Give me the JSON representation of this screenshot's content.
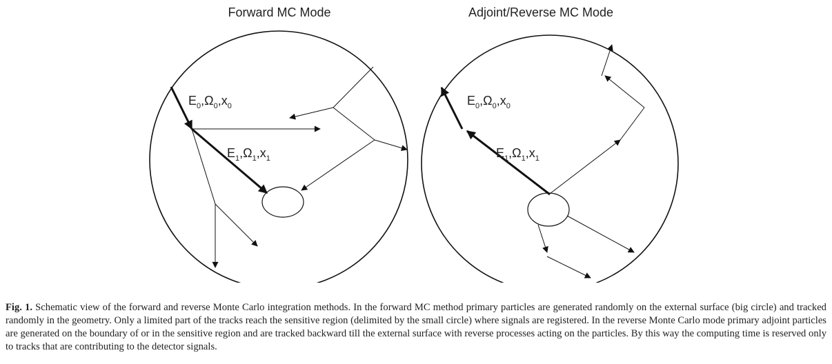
{
  "panels": {
    "forward": {
      "title": "Forward MC  Mode",
      "label0": {
        "E": "E",
        "Om": "Ω",
        "x": "x",
        "sub": "0",
        "sep": ","
      },
      "label1": {
        "E": "E",
        "Om": "Ω",
        "x": "x",
        "sub": "1",
        "sep": ","
      }
    },
    "reverse": {
      "title": "Adjoint/Reverse MC Mode",
      "label0": {
        "E": "E",
        "Om": "Ω",
        "x": "x",
        "sub": "0",
        "sep": ","
      },
      "label1": {
        "E": "E",
        "Om": "Ω",
        "x": "x",
        "sub": "1",
        "sep": ","
      }
    }
  },
  "caption": {
    "label": "Fig. 1.",
    "text": "Schematic view of the forward and reverse Monte Carlo integration methods. In the forward MC method primary particles are generated randomly on the external surface (big circle) and tracked randomly in the geometry. Only a limited part of the tracks reach the sensitive region (delimited by the small circle) where signals are registered. In the reverse Monte Carlo mode primary adjoint particles are generated on the boundary of or in the sensitive region and are tracked backward till the external surface with reverse processes acting on the particles. By this way the computing time is reserved only to tracks that are contributing to the detector signals."
  },
  "colors": {
    "ink": "#111111",
    "text": "#222222",
    "background": "#ffffff"
  }
}
